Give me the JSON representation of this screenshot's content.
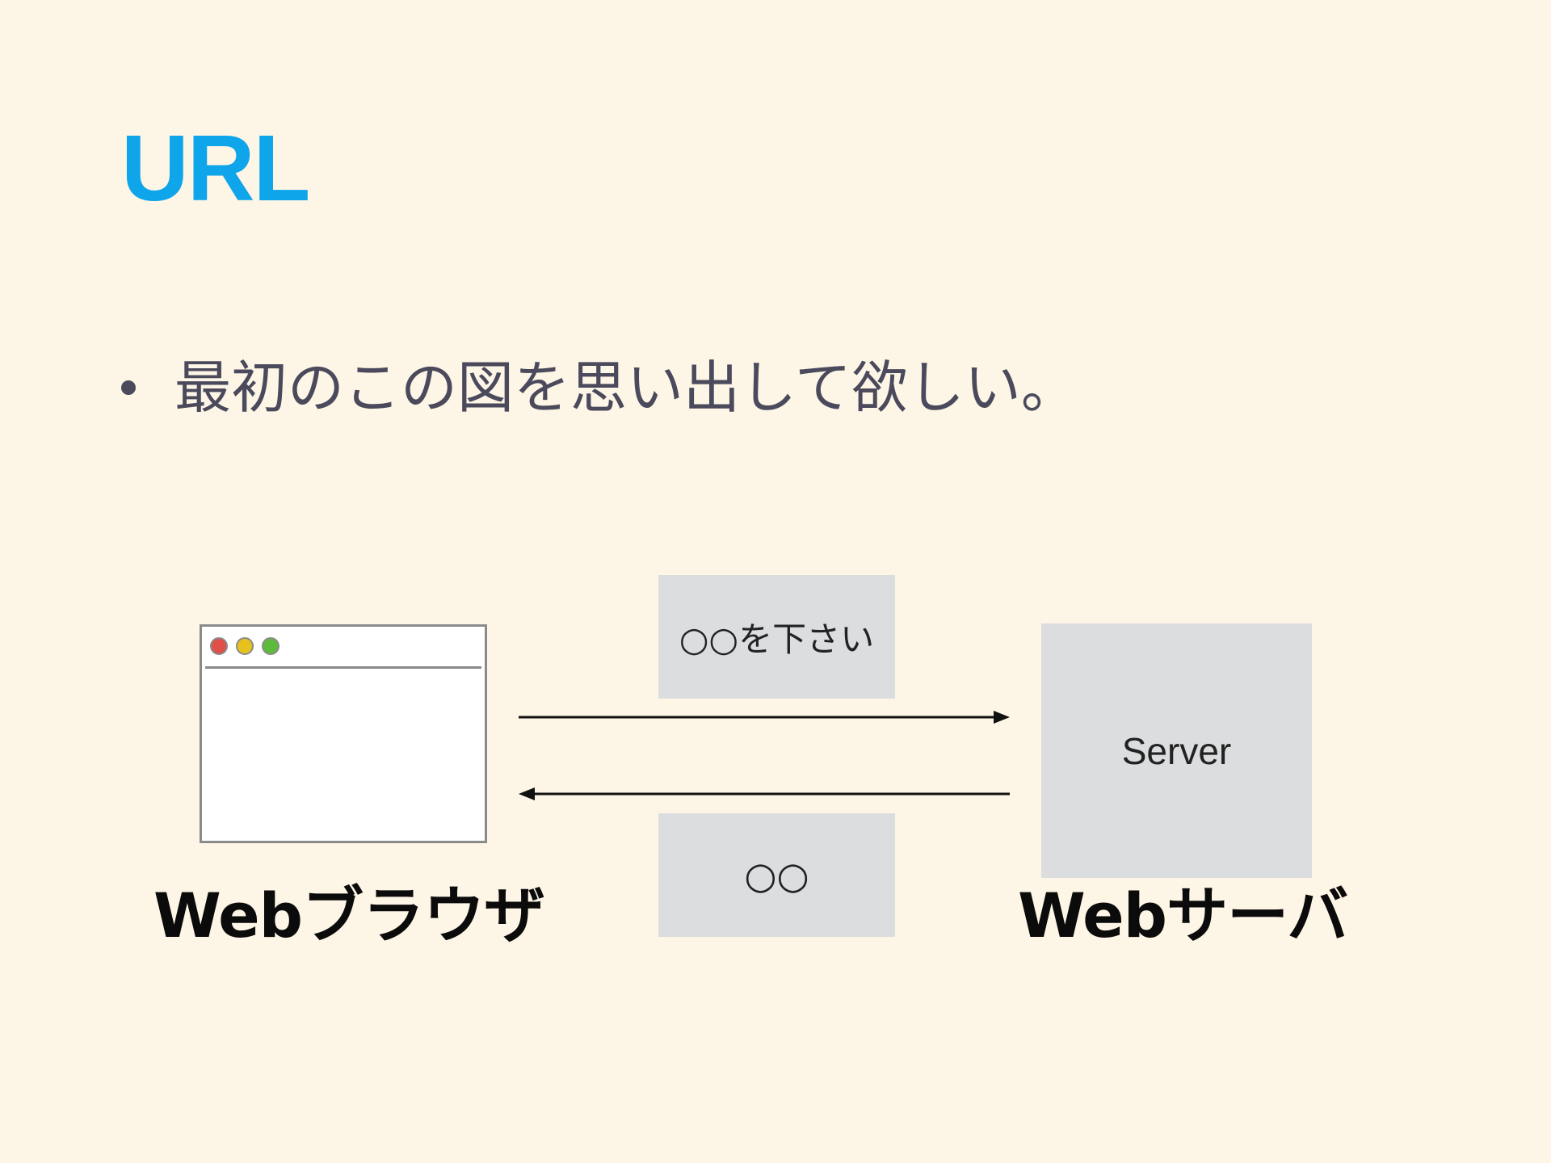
{
  "slide": {
    "title": "URL",
    "bullet": "最初のこの図を思い出して欲しい。"
  },
  "diagram": {
    "browser": {
      "label": "Webブラウザ",
      "traffic_lights": [
        "#e04f48",
        "#e8c21c",
        "#5dbb3c"
      ]
    },
    "server": {
      "box_text": "Server",
      "label": "Webサーバ"
    },
    "request": {
      "text": "○○を下さい",
      "direction": "browser-to-server"
    },
    "response": {
      "text": "○○",
      "direction": "server-to-browser"
    }
  },
  "colors": {
    "background": "#fdf5e5",
    "title": "#0ea5ea",
    "bullet_text": "#4a4a5c",
    "box_fill": "#dcdddf",
    "arrow": "#111111"
  }
}
